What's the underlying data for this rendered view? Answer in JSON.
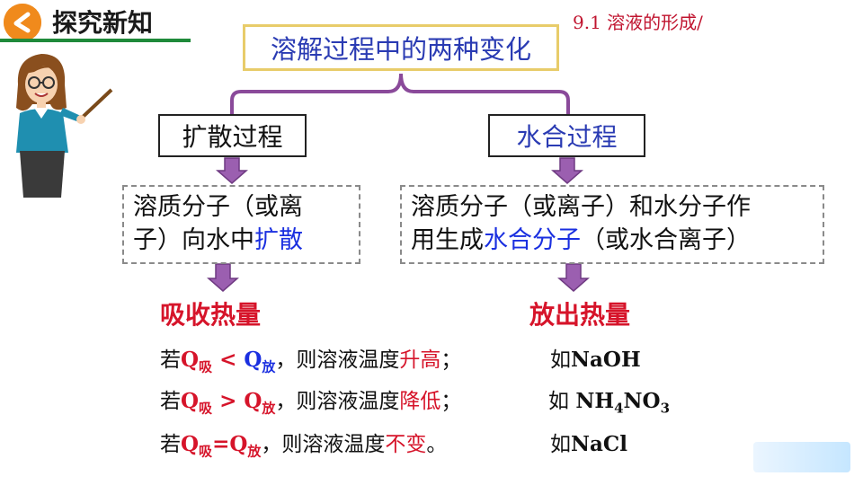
{
  "header": {
    "title": "探究新知",
    "chapter": "9.1  溶液的形成/"
  },
  "diagram": {
    "title": "溶解过程中的两种变化",
    "left": {
      "label": "扩散过程",
      "desc_line1": "溶质分子（或离",
      "desc_line2_pre": "子）向水中",
      "desc_line2_blue": "扩散",
      "heat": "吸收热量"
    },
    "right": {
      "label": "水合过程",
      "desc_line1": "溶质分子（或离子）和水分子作",
      "desc_line2_pre": "用生成",
      "desc_line2_blue": "水合分子",
      "desc_line2_post": "（或水合离子）",
      "heat": "放出热量"
    }
  },
  "rules": [
    {
      "if": "若",
      "q1": "Q",
      "s1": "吸",
      "op": " < ",
      "q2": "Q",
      "s2": "放",
      "then": "，则溶液温度",
      "result": "升高",
      "end": "；",
      "example_pre": "如",
      "example_formula": "NaOH"
    },
    {
      "if": "若",
      "q1": "Q",
      "s1": "吸",
      "op": " > ",
      "q2": "Q",
      "s2": "放",
      "then": "，则溶液温度",
      "result": "降低",
      "end": "；",
      "example_pre": "如 ",
      "example_formula": "NH",
      "example_sub1": "4",
      "example_mid": "NO",
      "example_sub2": "3"
    },
    {
      "if": "若",
      "q1": "Q",
      "s1": "吸",
      "op": "=",
      "q2": "Q",
      "s2": "放",
      "then": "，则溶液温度",
      "result": "不变",
      "end": "。",
      "example_pre": "如",
      "example_formula": "NaCl"
    }
  ],
  "colors": {
    "accent": "#f08a1c",
    "header_line": "#1f8a3a",
    "title_text": "#2a3bb3",
    "emphasis_blue": "#1a2fe0",
    "emphasis_red": "#d6142a",
    "arrow": "#8a4a9a"
  },
  "icons": [
    "back-arrow-icon",
    "teacher-illustration",
    "pointer-stick-icon"
  ]
}
